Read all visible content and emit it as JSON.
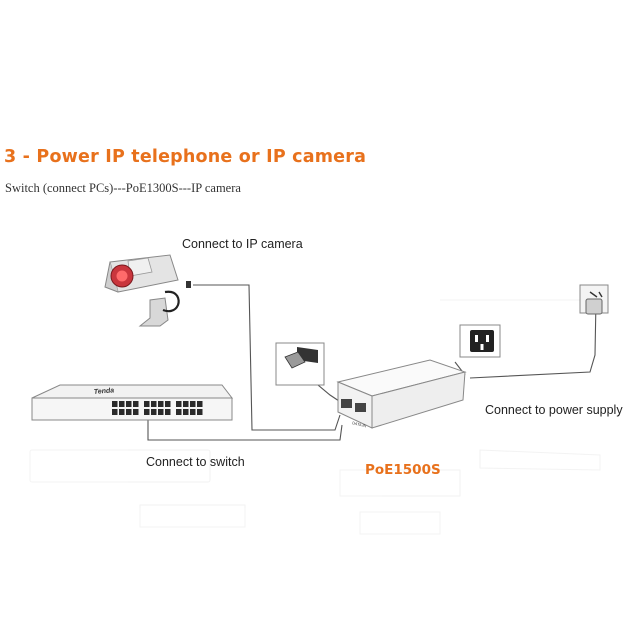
{
  "heading": {
    "title": "3 - Power IP telephone or IP camera",
    "subtitle": "Switch (connect PCs)---PoE1300S---IP camera"
  },
  "labels": {
    "camera": "Connect to IP camera",
    "switch": "Connect to switch",
    "power": "Connect to power supply",
    "product": "PoE1500S"
  },
  "device_text": {
    "switch_brand": "Tenda",
    "poe_port_label": "DATA IN"
  },
  "colors": {
    "accent": "#e8711c",
    "line": "#555555",
    "device_fill": "#f4f4f4"
  }
}
